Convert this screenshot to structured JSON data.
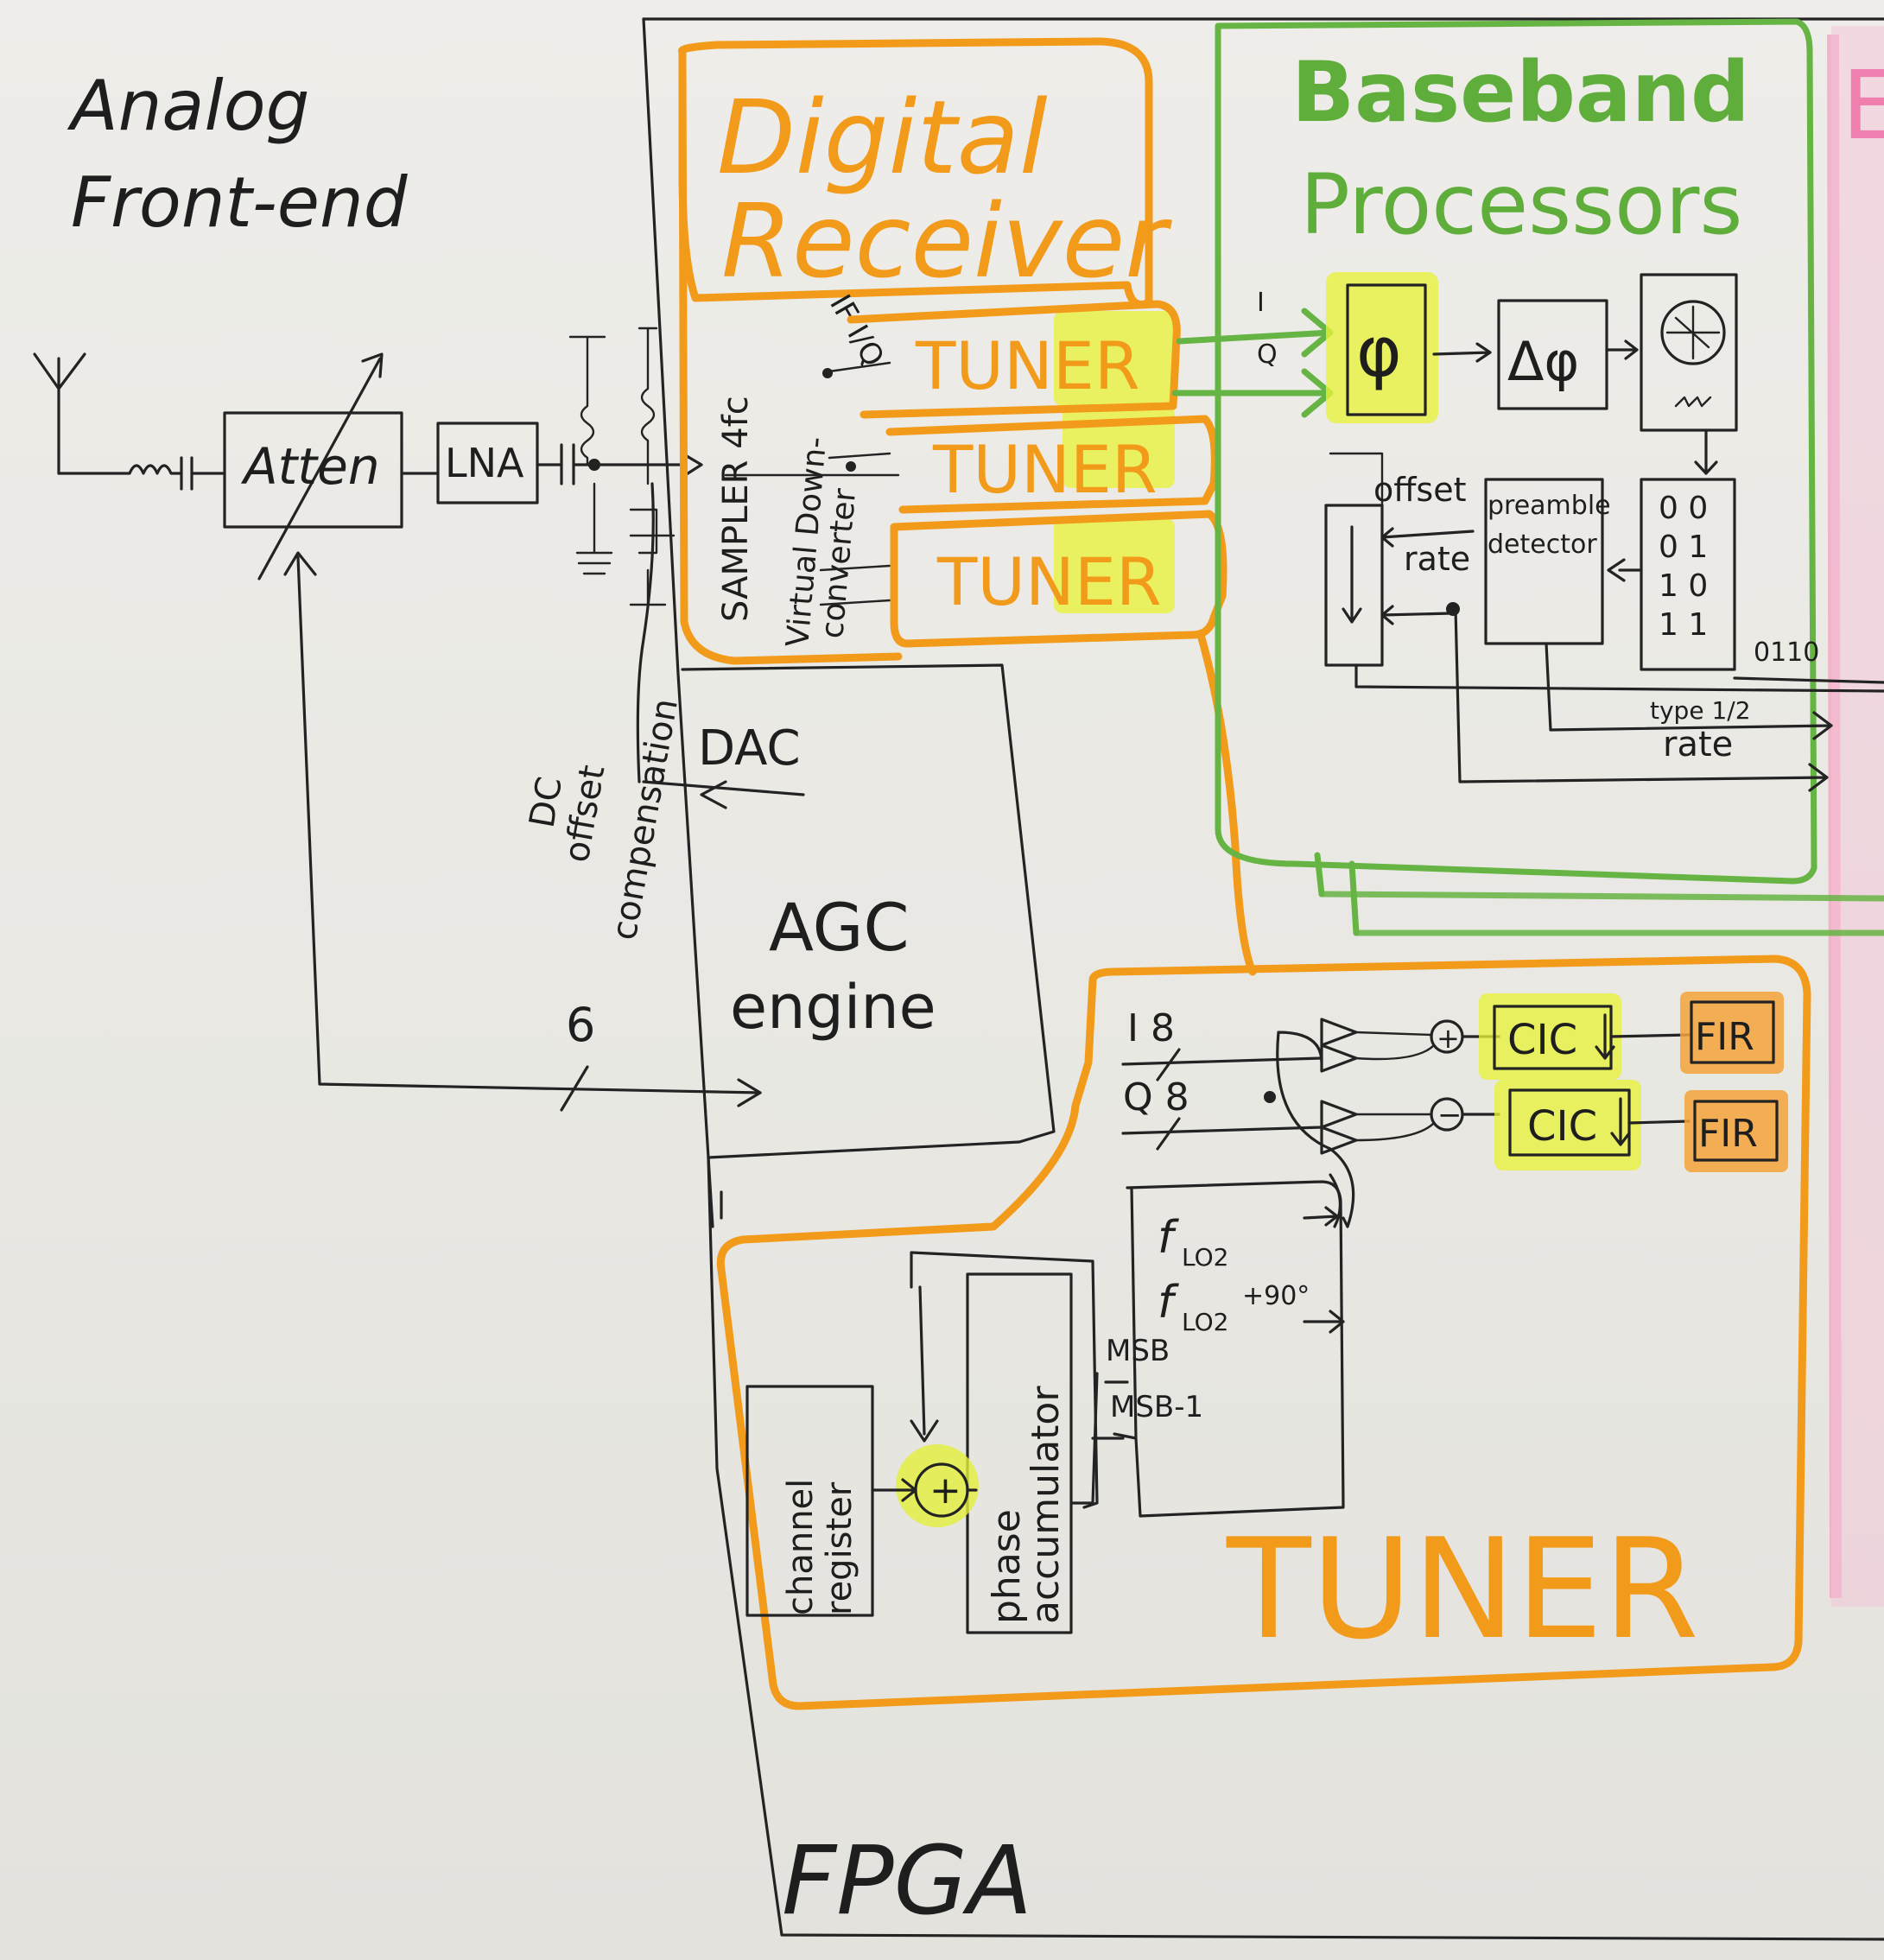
{
  "labels": {
    "analog_line1": "Analog",
    "analog_line2": "Front-end",
    "atten": "Atten",
    "lna": "LNA",
    "sampler": "SAMPLER 4fc",
    "vdc_line1": "Virtual Down-",
    "vdc_line2": "converter",
    "if_iq": "IF I/Q",
    "digital_receiver_line1": "Digital",
    "digital_receiver_line2": "Receiver",
    "tuner": "TUNER",
    "baseband_line1": "Baseband",
    "baseband_line2": "Processors",
    "in_i": "I",
    "in_q": "Q",
    "phi": "φ",
    "dphi": "Δφ",
    "offset": "offset",
    "rate": "rate",
    "preamble_detector_line1": "preamble",
    "preamble_detector_line2": "detector",
    "bits": [
      "0 0",
      "0 1",
      "1 0",
      "1 1"
    ],
    "bits_out": "0110",
    "type_out": "type 1/2",
    "rate_out": "rate",
    "dc_offset_line1": "DC",
    "dc_offset_line2": "offset",
    "dc_offset_line3": "compensation",
    "dac": "DAC",
    "agc_line1": "AGC",
    "agc_line2": "engine",
    "bus_6": "6",
    "tuner_i8": "I 8",
    "tuner_q8": "Q 8",
    "cic": "CIC",
    "fir": "FIR",
    "flo2": "f",
    "flo2_sub": "LO2",
    "flo2_90": "f",
    "flo2_90_sub": "LO2",
    "flo2_90_suffix": "+90°",
    "msb": "MSB",
    "msb1": "MSB-1",
    "plus": "+",
    "minus": "−",
    "channel_register_line1": "channel",
    "channel_register_line2": "register",
    "phase_accumulator_line1": "phase",
    "phase_accumulator_line2": "accumulator",
    "tuner_big": "TUNER",
    "fpga": "FPGA",
    "edge_partial": "E"
  },
  "colors": {
    "ink": "#1e1e1e",
    "orange": "#f29a1a",
    "green": "#5fae3c",
    "highlighter": "#e9f23a",
    "pink": "#ee7fae",
    "paper": "#eeede9"
  }
}
